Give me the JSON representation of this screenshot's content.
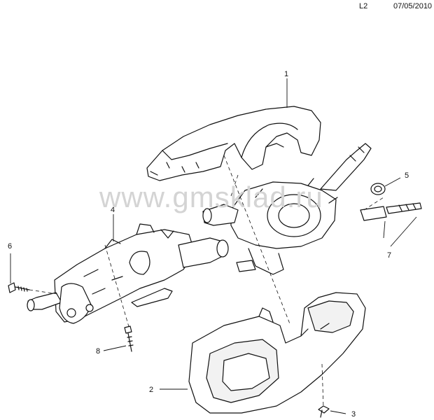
{
  "header": {
    "page_code": "L2",
    "date": "07/05/2010"
  },
  "watermark": "www.gmsklad.ru",
  "callouts": [
    {
      "id": "c1",
      "label": "1"
    },
    {
      "id": "c2",
      "label": "2"
    },
    {
      "id": "c3",
      "label": "3"
    },
    {
      "id": "c4",
      "label": "4"
    },
    {
      "id": "c5",
      "label": "5"
    },
    {
      "id": "c6",
      "label": "6"
    },
    {
      "id": "c7",
      "label": "7"
    },
    {
      "id": "c8",
      "label": "8"
    }
  ],
  "colors": {
    "line": "#111111",
    "fill": "#ffffff",
    "shade": "#e6e6e6",
    "watermark": "#d4d4d4"
  }
}
